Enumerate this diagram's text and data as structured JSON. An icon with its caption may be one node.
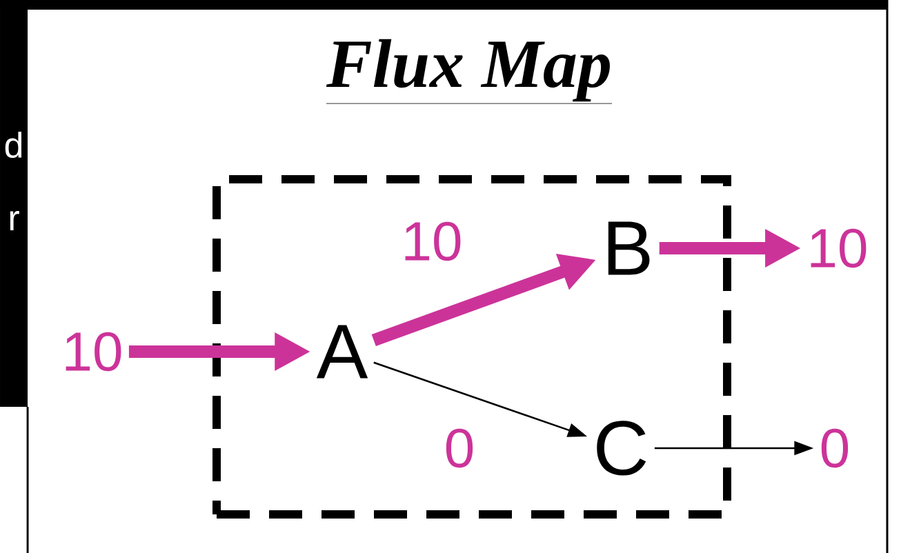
{
  "diagram": {
    "title": "Flux Map",
    "nodes": [
      {
        "text": [],
        "shape": "box"
      },
      {
        "text": [
          "10"
        ]
      },
      {
        "text": [
          "A"
        ],
        "in": 0
      },
      {
        "text": [
          "B"
        ],
        "in": 0
      },
      {
        "text": [
          "C"
        ],
        "in": 0
      },
      {
        "text": [
          "10"
        ]
      },
      {
        "text": [
          "0"
        ]
      }
    ],
    "edges": [
      {
        "from": 1,
        "to": 2,
        "arrow": "to"
      },
      {
        "from": 2,
        "to": 3,
        "arrow": "to",
        "label": "10"
      },
      {
        "from": 2,
        "to": 4,
        "arrow": "to",
        "label": "0",
        "color": "#000000"
      },
      {
        "from": 3,
        "to": 5,
        "arrow": "to"
      },
      {
        "from": 4,
        "to": 6,
        "arrow": "to",
        "color": "#000000"
      }
    ],
    "labels": [
      "d",
      "r"
    ]
  }
}
